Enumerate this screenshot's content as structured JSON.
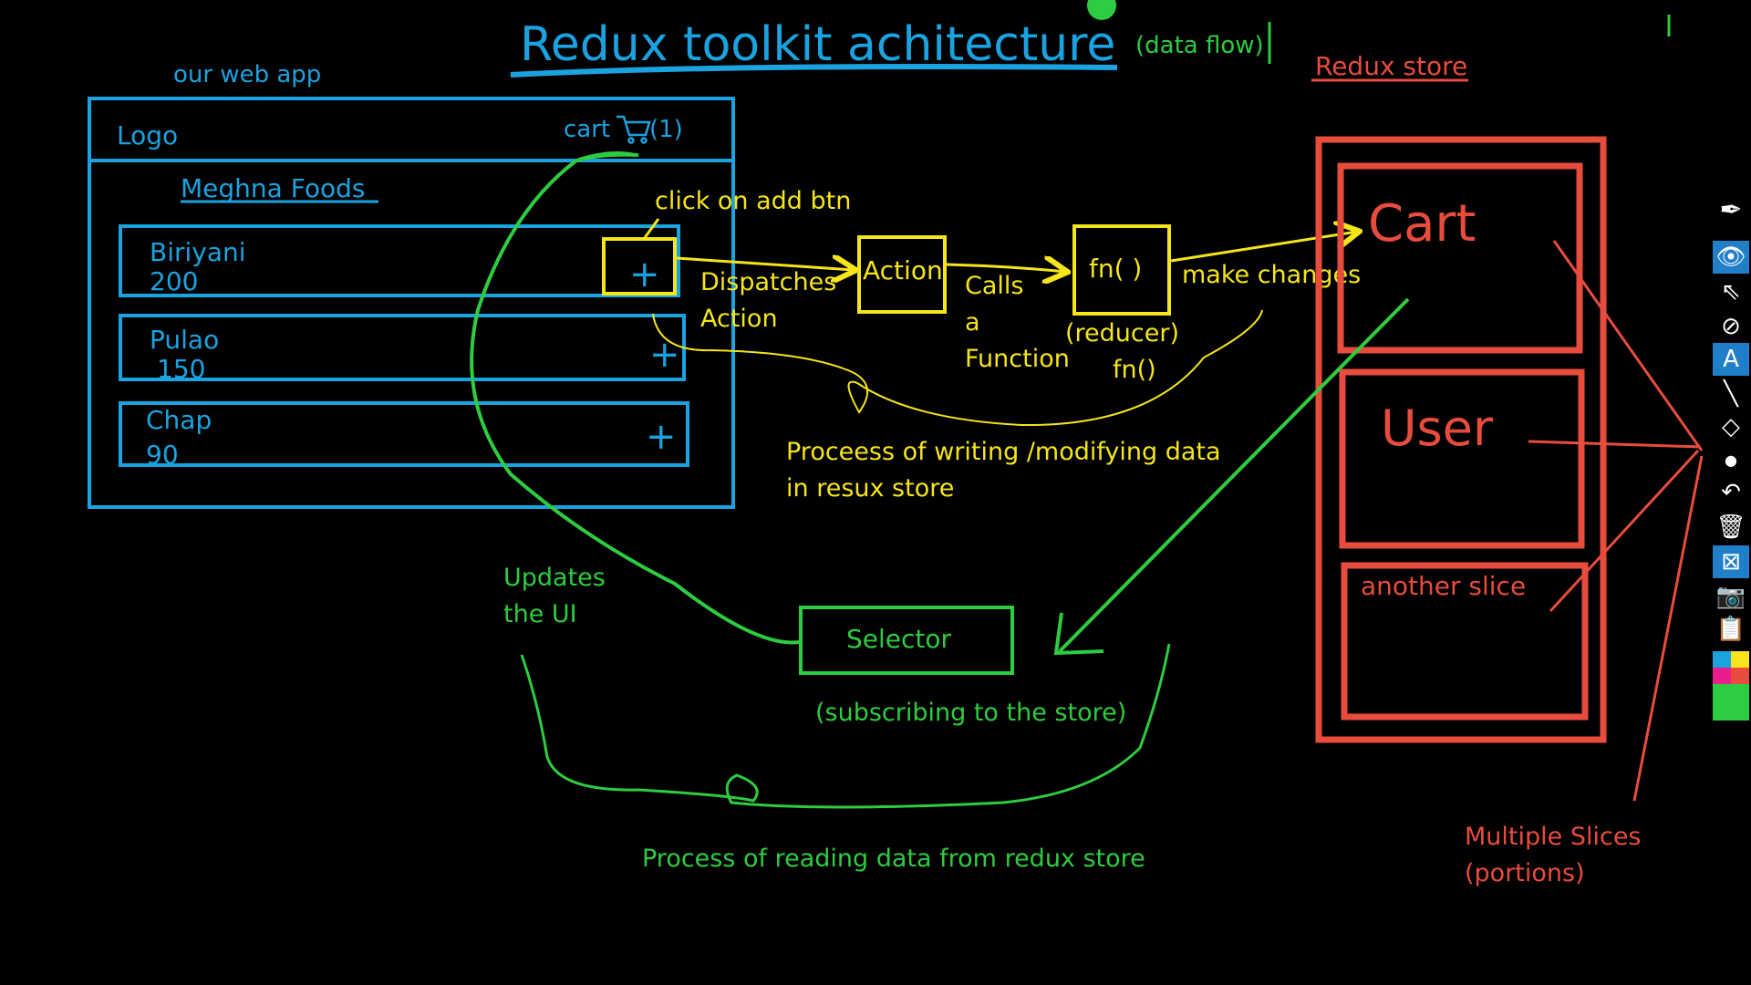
{
  "diagram": {
    "title": "Redux toolkit achitecture",
    "title_note": "(data flow)",
    "store_label": "Redux store",
    "webapp_label": "our web app",
    "logo": "Logo",
    "cart_label": "cart",
    "cart_count": "(1)",
    "restaurant": "Meghna Foods",
    "items": [
      {
        "name": "Biriyani",
        "price": "200"
      },
      {
        "name": "Pulao",
        "price": "150"
      },
      {
        "name": "Chap",
        "price": "90"
      }
    ],
    "plus": "+",
    "click_note": "click on add btn",
    "dispatch": [
      "Dispatches",
      "Action"
    ],
    "action": "Action",
    "calls": [
      "Calls",
      "a",
      "Function"
    ],
    "fn": "fn( )",
    "reducer": [
      "(reducer)",
      "fn()"
    ],
    "make_changes": "make changes",
    "write_process": [
      "Proceess of writing /modifying data",
      "in resux store"
    ],
    "slices": [
      "Cart",
      "User",
      "another slice"
    ],
    "multi_slices": [
      "Multiple Slices",
      "(portions)"
    ],
    "selector": "Selector",
    "subscribe": "(subscribing to the store)",
    "updates_ui": [
      "Updates",
      "the UI"
    ],
    "read_process": "Process of reading data from redux store"
  },
  "colors": {
    "blue": "#1aa3e0",
    "yellow": "#f5e51a",
    "green": "#2ecc40",
    "red": "#e84c3d"
  },
  "toolbar": {
    "icons": [
      "pen-icon",
      "eye-icon",
      "pointer-icon",
      "no-pen-icon",
      "text-icon",
      "line-icon",
      "eraser-icon",
      "dot-icon",
      "undo-icon",
      "trash-icon",
      "clear-icon",
      "camera-icon",
      "clipboard-icon"
    ]
  }
}
